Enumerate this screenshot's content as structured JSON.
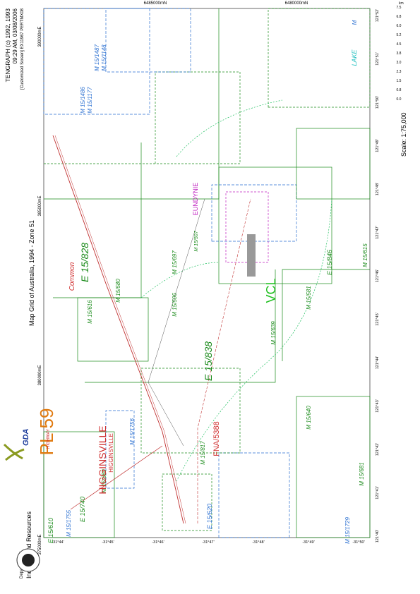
{
  "header": {
    "title": "Map Grid of Australia, 1994 - Zone 51",
    "tengraph_line1": "TENGRAPH (c) 1992, 1993",
    "tengraph_line2": "09:29 AM, 03/08/2006",
    "tengraph_line3": "[Customized Screen] EX11967 PERTMX08",
    "dept_line1": "Department of",
    "dept_line2": "Industry and Resources",
    "gda": "GDA",
    "scale_text": "Scale: 1:75,000",
    "scale_unit": "km",
    "scale_ticks": [
      "0.0",
      "0.8",
      "1.5",
      "2.3",
      "3.0",
      "3.8",
      "4.5",
      "5.2",
      "6.0",
      "6.8",
      "7.5"
    ]
  },
  "grid": {
    "easting_labels": [
      "375000mE",
      "380000mE",
      "385000mE",
      "390000mE"
    ],
    "northing_labels": [
      "6485000mN",
      "6480000mN"
    ],
    "longitude_labels": [
      "121°40'",
      "121°41'",
      "121°42'",
      "121°43'",
      "121°44'",
      "121°45'",
      "121°46'",
      "121°47'",
      "121°48'",
      "121°49'",
      "121°50'",
      "121°51'",
      "121°52'"
    ],
    "latitude_labels": [
      "-31°44'",
      "-31°45'",
      "-31°46'",
      "-31°47'",
      "-31°48'",
      "-31°49'",
      "-31°50'"
    ]
  },
  "tenements": [
    {
      "id": "e15828",
      "label": "E 15/828",
      "color": "#1a8a1a"
    },
    {
      "id": "e15838",
      "label": "E 15/838",
      "color": "#1a8a1a"
    },
    {
      "id": "e15846",
      "label": "E 15/846",
      "color": "#1a8a1a"
    },
    {
      "id": "e15740",
      "label": "E 15/740",
      "color": "#1a8a1a"
    },
    {
      "id": "e15610",
      "label": "E 15/610",
      "color": "#1a8a1a"
    },
    {
      "id": "e15620",
      "label": "E 15/620",
      "color": "#2a6fd1"
    },
    {
      "id": "m15697",
      "label": "M 15/697",
      "color": "#1a8a1a"
    },
    {
      "id": "m15506",
      "label": "M 15/506",
      "color": "#1a8a1a"
    },
    {
      "id": "m15616",
      "label": "M 15/616",
      "color": "#1a8a1a"
    },
    {
      "id": "m15580",
      "label": "M 15/580",
      "color": "#1a8a1a"
    },
    {
      "id": "m15639",
      "label": "M 15/639",
      "color": "#1a8a1a"
    },
    {
      "id": "m15581",
      "label": "M 15/581",
      "color": "#1a8a1a"
    },
    {
      "id": "m15615",
      "label": "M 15/615",
      "color": "#1a8a1a"
    },
    {
      "id": "m15817",
      "label": "M 15/817",
      "color": "#1a8a1a"
    },
    {
      "id": "m15680",
      "label": "M 15/680",
      "color": "#1a8a1a"
    },
    {
      "id": "m15681",
      "label": "M 15/681",
      "color": "#1a8a1a"
    },
    {
      "id": "m15640",
      "label": "M 15/640",
      "color": "#1a8a1a"
    },
    {
      "id": "m15507",
      "label": "M 15/507",
      "color": "#1a8a1a"
    },
    {
      "id": "m15486",
      "label": "M 15/1486",
      "color": "#2a6fd1"
    },
    {
      "id": "m15177",
      "label": "M 15/1177",
      "color": "#2a6fd1"
    },
    {
      "id": "m15487",
      "label": "M 15/1487",
      "color": "#2a6fd1"
    },
    {
      "id": "m15148",
      "label": "M 15/1148",
      "color": "#2a6fd1"
    },
    {
      "id": "m15755",
      "label": "M 15/1755",
      "color": "#2a6fd1"
    },
    {
      "id": "m15756",
      "label": "M 15/1756",
      "color": "#2a6fd1"
    },
    {
      "id": "m15729",
      "label": "M 15/1729",
      "color": "#2a6fd1"
    }
  ],
  "places": {
    "pl59": "PL 59",
    "higginsville_big": "HIGGINSVILLE",
    "higginsville_small": "HIGGINSVILLE",
    "highway": "HIGHWAY",
    "fna": "FNA/5388",
    "common": "Common",
    "vcl": "VCL",
    "eundynie": "EUNDYNIE",
    "lake": "LAKE",
    "m_corner": "M"
  }
}
